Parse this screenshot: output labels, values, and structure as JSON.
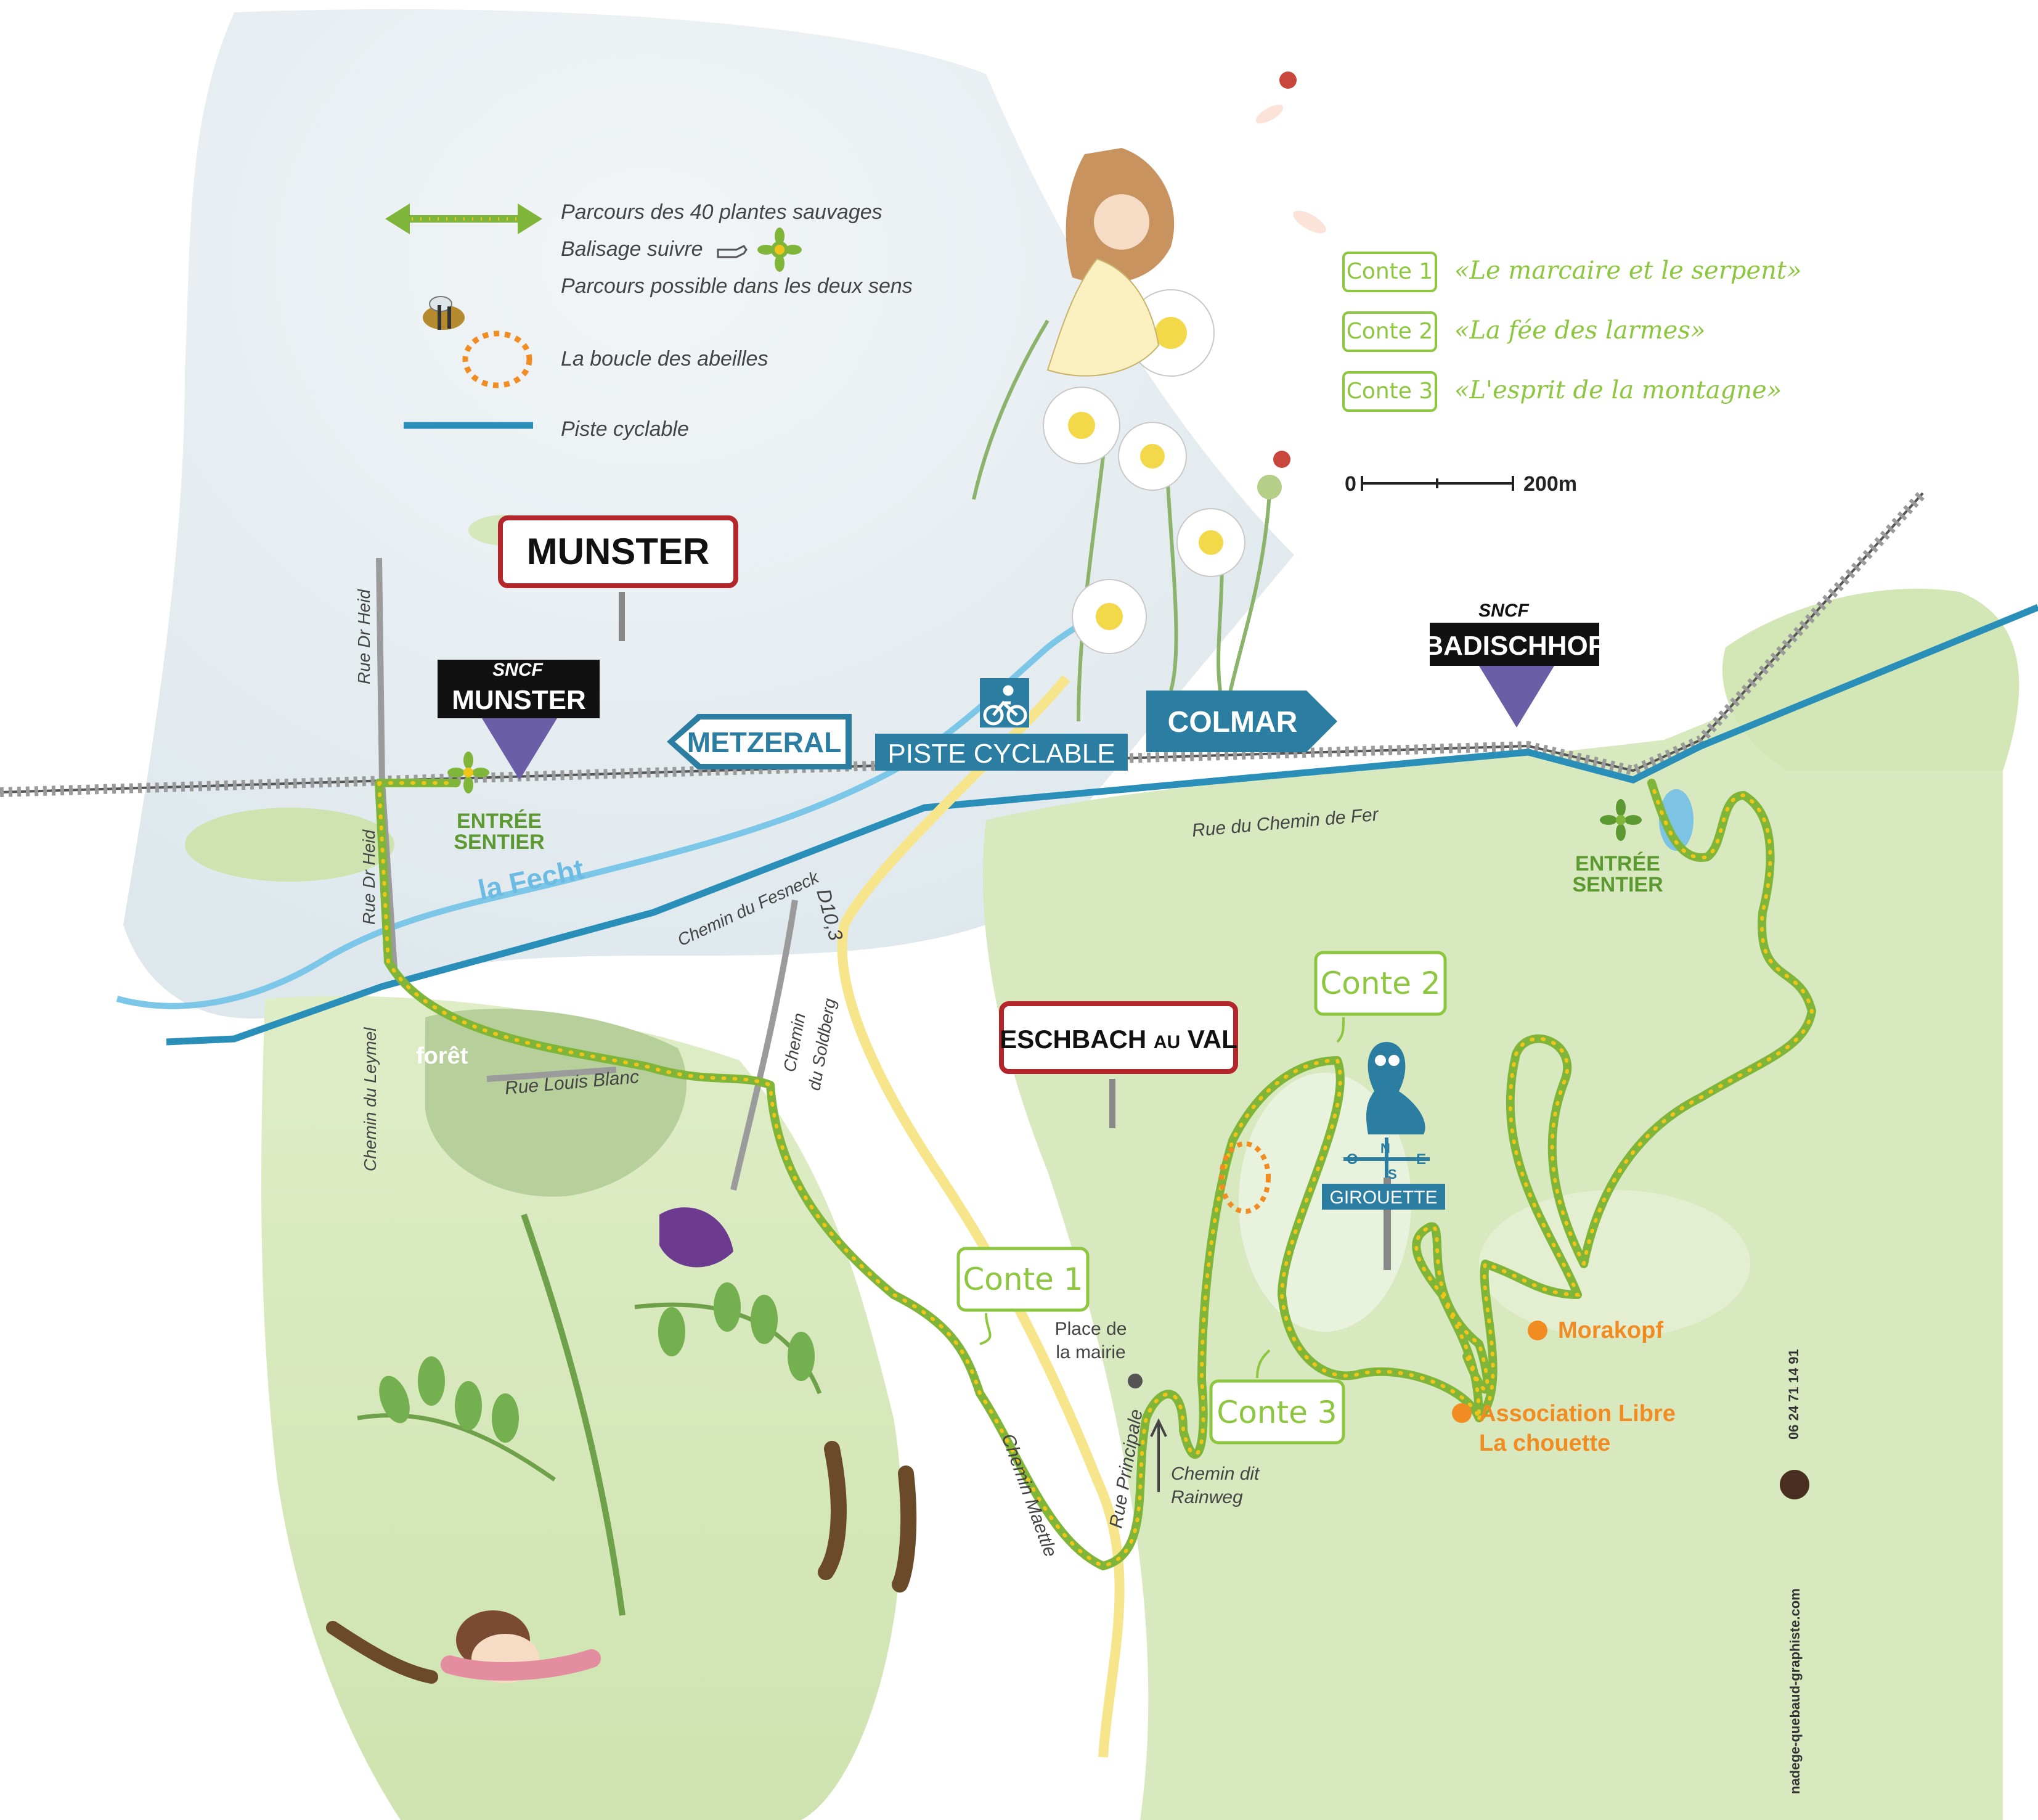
{
  "legend": {
    "trail": "Parcours des 40 plantes sauvages",
    "waymark": "Balisage suivre",
    "both_ways": "Parcours possible dans les deux sens",
    "bee_loop": "La boucle des abeilles",
    "bike_path": "Piste cyclable"
  },
  "tales": [
    {
      "tag": "Conte 1",
      "title": "«Le marcaire et le serpent»"
    },
    {
      "tag": "Conte 2",
      "title": "«La fée des larmes»"
    },
    {
      "tag": "Conte 3",
      "title": "«L'esprit de la montagne»"
    }
  ],
  "scale": {
    "zero": "0",
    "distance": "200m"
  },
  "signs": {
    "munster_town": "MUNSTER",
    "eschbach_main": "ESCHBACH",
    "eschbach_au": "AU",
    "eschbach_val": "VAL",
    "metzeral": "METZERAL",
    "colmar": "COLMAR",
    "piste_cyclable": "PISTE CYCLABLE"
  },
  "stations": [
    {
      "brand": "SNCF",
      "name": "MUNSTER"
    },
    {
      "brand": "SNCF",
      "name": "BADISCHHOF"
    }
  ],
  "trail_entry": {
    "line1": "ENTRÉE",
    "line2": "SENTIER"
  },
  "streets": {
    "rue_dr_heid": "Rue Dr Heid",
    "chemin_du_leymel": "Chemin du Leymel",
    "rue_louis_blanc": "Rue Louis Blanc",
    "chemin_du_fesneck": "Chemin du Fesneck",
    "chemin_du_soldberg_1": "Chemin",
    "chemin_du_soldberg_2": "du Soldberg",
    "d10_3": "D10,3",
    "rue_du_chemin_de_fer": "Rue du Chemin de Fer",
    "chemin_maettle": "Chemin Maettle",
    "rue_principale": "Rue Principale",
    "chemin_dit_1": "Chemin dit",
    "chemin_dit_2": "Rainweg"
  },
  "places": {
    "la_fecht": "la Fecht",
    "foret": "forêt",
    "place_mairie_1": "Place de",
    "place_mairie_2": "la mairie",
    "morakopf": "Morakopf",
    "association_1": "Association Libre",
    "association_2": "La chouette"
  },
  "girouette": {
    "label": "GIROUETTE",
    "n": "N",
    "o": "O",
    "e": "E",
    "s": "S"
  },
  "credits": {
    "phone": "06 24 71 14 91",
    "website": "nadege-quebaud-graphiste.com"
  },
  "colors": {
    "trail_green": "#7fb539",
    "trail_dots": "#f0c419",
    "bike_blue": "#2a8fb8",
    "river_blue": "#7cc7e8",
    "road_yellow": "#f6e58a",
    "road_grey": "#8c8c8c",
    "sign_red": "#b3262b",
    "sign_blue": "#2b7ea1",
    "tale_green": "#8dc63f",
    "orange": "#f08c22",
    "land_green": "#dcebc4",
    "sky_blue": "#e3ebef"
  },
  "icons": [
    "trail-arrow-icon",
    "pointing-hand-icon",
    "flower-icon",
    "bee-icon",
    "bee-loop-icon",
    "bike-path-icon",
    "bicycle-icon",
    "owl-weathervane-icon",
    "ladybug-icon",
    "daisy-icon",
    "fairy-illustration",
    "pea-plant-illustration"
  ]
}
